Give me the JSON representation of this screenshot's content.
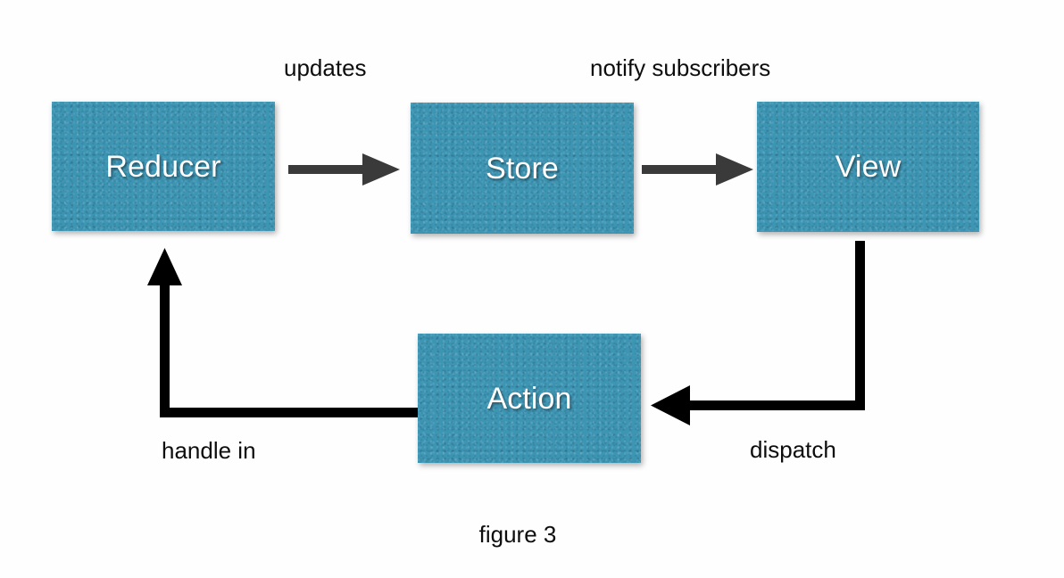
{
  "figure": {
    "caption": "figure 3",
    "background_color": "#ffffff",
    "node_fill_color": "#3d95b4",
    "node_text_color": "#ffffff",
    "gray_arrow_color": "#3a3a3a",
    "black_arrow_color": "#000000",
    "label_text_color": "#0d0d0d"
  },
  "nodes": [
    {
      "id": "reducer",
      "label": "Reducer"
    },
    {
      "id": "store",
      "label": "Store"
    },
    {
      "id": "view",
      "label": "View"
    },
    {
      "id": "action",
      "label": "Action"
    }
  ],
  "edges": [
    {
      "id": "reducer-store",
      "from": "Reducer",
      "to": "Store",
      "label": "updates",
      "style": "straight",
      "color": "#3a3a3a"
    },
    {
      "id": "store-view",
      "from": "Store",
      "to": "View",
      "label": "notify subscribers",
      "style": "straight",
      "color": "#3a3a3a"
    },
    {
      "id": "view-action",
      "from": "View",
      "to": "Action",
      "label": "dispatch",
      "style": "elbow",
      "color": "#000000"
    },
    {
      "id": "action-reducer",
      "from": "Action",
      "to": "Reducer",
      "label": "handle in",
      "style": "elbow",
      "color": "#000000"
    }
  ]
}
